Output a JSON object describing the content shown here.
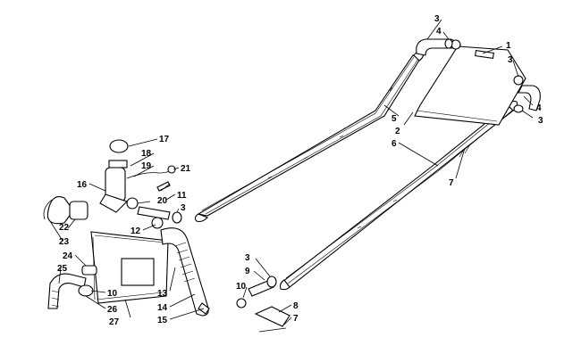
{
  "diagram": {
    "callouts": [
      {
        "id": "c1",
        "text": "1"
      },
      {
        "id": "c2",
        "text": "2"
      },
      {
        "id": "c3a",
        "text": "3"
      },
      {
        "id": "c3b",
        "text": "3"
      },
      {
        "id": "c3c",
        "text": "3"
      },
      {
        "id": "c3d",
        "text": "3"
      },
      {
        "id": "c3e",
        "text": "3"
      },
      {
        "id": "c4a",
        "text": "4"
      },
      {
        "id": "c4b",
        "text": "4"
      },
      {
        "id": "c5",
        "text": "5"
      },
      {
        "id": "c6",
        "text": "6"
      },
      {
        "id": "c7a",
        "text": "7"
      },
      {
        "id": "c7b",
        "text": "7"
      },
      {
        "id": "c8",
        "text": "8"
      },
      {
        "id": "c9",
        "text": "9"
      },
      {
        "id": "c10a",
        "text": "10"
      },
      {
        "id": "c10b",
        "text": "10"
      },
      {
        "id": "c11",
        "text": "11"
      },
      {
        "id": "c12",
        "text": "12"
      },
      {
        "id": "c13",
        "text": "13"
      },
      {
        "id": "c14",
        "text": "14"
      },
      {
        "id": "c15",
        "text": "15"
      },
      {
        "id": "c16",
        "text": "16"
      },
      {
        "id": "c17",
        "text": "17"
      },
      {
        "id": "c18",
        "text": "18"
      },
      {
        "id": "c19",
        "text": "19"
      },
      {
        "id": "c20",
        "text": "20"
      },
      {
        "id": "c21",
        "text": "21"
      },
      {
        "id": "c22",
        "text": "22"
      },
      {
        "id": "c23",
        "text": "23"
      },
      {
        "id": "c24",
        "text": "24"
      },
      {
        "id": "c25",
        "text": "25"
      },
      {
        "id": "c26",
        "text": "26"
      },
      {
        "id": "c27",
        "text": "27"
      }
    ]
  }
}
